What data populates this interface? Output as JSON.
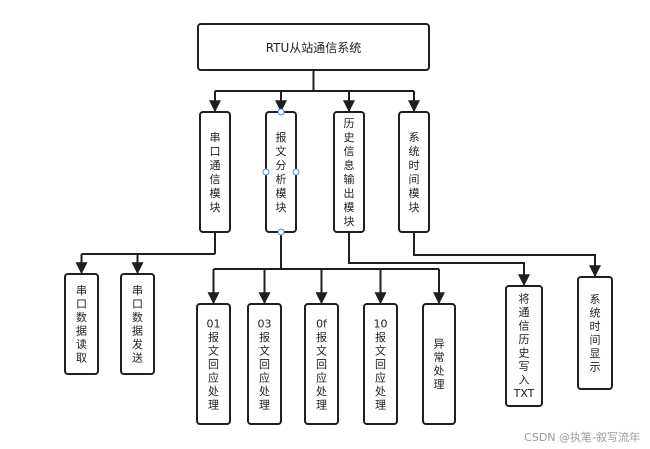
{
  "diagram": {
    "root": {
      "label": "RTU从站通信系统"
    },
    "modules": [
      {
        "label": "串口通信模块"
      },
      {
        "label": "报文分析模块"
      },
      {
        "label": "历史信息输出模块"
      },
      {
        "label": "系统时间模块"
      }
    ],
    "leaves": [
      {
        "label": "串口数据读取"
      },
      {
        "label": "串口数据发送"
      },
      {
        "prefix": "01",
        "label": "报文回应处理"
      },
      {
        "prefix": "03",
        "label": "报文回应处理"
      },
      {
        "prefix": "0f",
        "label": "报文回应处理"
      },
      {
        "prefix": "10",
        "label": "报文回应处理"
      },
      {
        "label": "异常处理"
      },
      {
        "label": "将通信历史写入",
        "suffix": "TXT"
      },
      {
        "label": "系统时间显示"
      }
    ]
  },
  "watermark": "CSDN @执笔-叙写流年",
  "colors": {
    "stroke": "#1f1f1f",
    "handle": "#4a90d9",
    "watermark": "#9a9a9a"
  }
}
